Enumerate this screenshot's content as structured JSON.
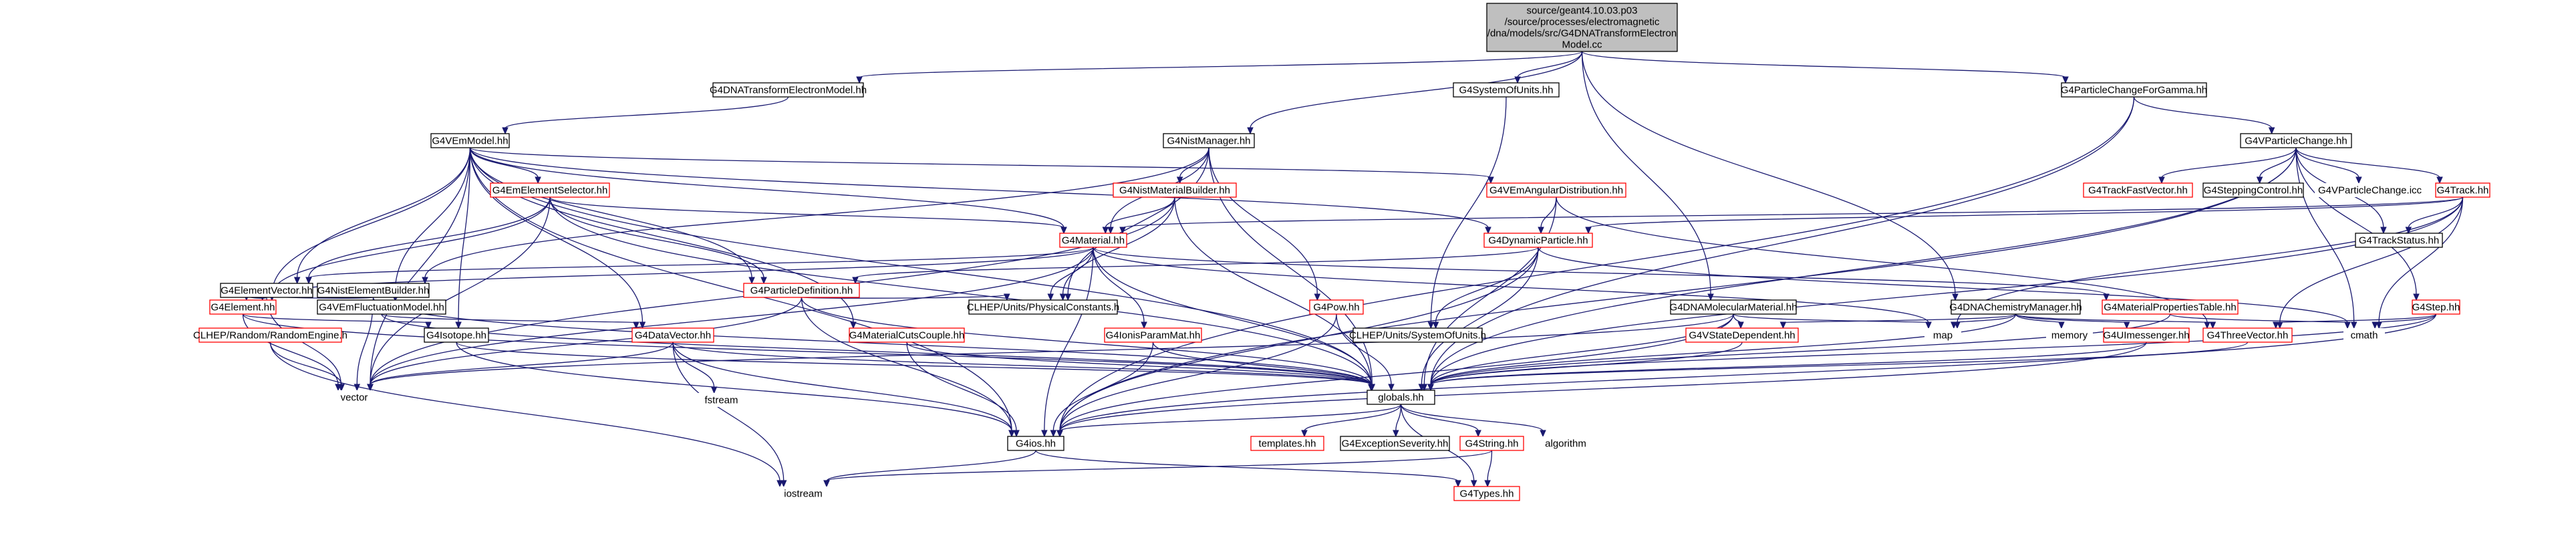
{
  "colors": {
    "root_fill": "#bfbfbf",
    "root_stroke": "#000000",
    "normal_stroke": "#000000",
    "undoc_stroke": "#ff0000",
    "external_stroke": "#bfbfbf",
    "edge": "#191970"
  },
  "nodes": [
    {
      "id": "root",
      "lines": [
        "source/geant4.10.03.p03",
        "/source/processes/electromagnetic",
        "/dna/models/src/G4DNATransformElectron",
        "Model.cc"
      ],
      "kind": "root"
    },
    {
      "id": "transformhh",
      "lines": [
        "G4DNATransformElectronModel.hh"
      ],
      "kind": "normal"
    },
    {
      "id": "sysunits",
      "lines": [
        "G4SystemOfUnits.hh"
      ],
      "kind": "normal"
    },
    {
      "id": "pcgamma",
      "lines": [
        "G4ParticleChangeForGamma.hh"
      ],
      "kind": "normal"
    },
    {
      "id": "vemmodel",
      "lines": [
        "G4VEmModel.hh"
      ],
      "kind": "normal"
    },
    {
      "id": "nistmgr",
      "lines": [
        "G4NistManager.hh"
      ],
      "kind": "normal"
    },
    {
      "id": "vpchange",
      "lines": [
        "G4VParticleChange.hh"
      ],
      "kind": "normal"
    },
    {
      "id": "emsel",
      "lines": [
        "G4EmElementSelector.hh"
      ],
      "kind": "undoc"
    },
    {
      "id": "nistmatb",
      "lines": [
        "G4NistMaterialBuilder.hh"
      ],
      "kind": "undoc"
    },
    {
      "id": "emang",
      "lines": [
        "G4VEmAngularDistribution.hh"
      ],
      "kind": "undoc"
    },
    {
      "id": "trackfast",
      "lines": [
        "G4TrackFastVector.hh"
      ],
      "kind": "undoc"
    },
    {
      "id": "stepctrl",
      "lines": [
        "G4SteppingControl.hh"
      ],
      "kind": "normal"
    },
    {
      "id": "vpcicc",
      "lines": [
        "G4VParticleChange.icc"
      ],
      "kind": "external"
    },
    {
      "id": "track",
      "lines": [
        "G4Track.hh"
      ],
      "kind": "undoc"
    },
    {
      "id": "material",
      "lines": [
        "G4Material.hh"
      ],
      "kind": "undoc"
    },
    {
      "id": "dynpart",
      "lines": [
        "G4DynamicParticle.hh"
      ],
      "kind": "undoc"
    },
    {
      "id": "trackstatus",
      "lines": [
        "G4TrackStatus.hh"
      ],
      "kind": "normal"
    },
    {
      "id": "elemvec",
      "lines": [
        "G4ElementVector.hh"
      ],
      "kind": "normal"
    },
    {
      "id": "nistelem",
      "lines": [
        "G4NistElementBuilder.hh"
      ],
      "kind": "normal"
    },
    {
      "id": "partdef",
      "lines": [
        "G4ParticleDefinition.hh"
      ],
      "kind": "undoc"
    },
    {
      "id": "element",
      "lines": [
        "G4Element.hh"
      ],
      "kind": "undoc"
    },
    {
      "id": "vemfluct",
      "lines": [
        "G4VEmFluctuationModel.hh"
      ],
      "kind": "normal"
    },
    {
      "id": "physconst",
      "lines": [
        "CLHEP/Units/PhysicalConstants.h"
      ],
      "kind": "normal"
    },
    {
      "id": "pow",
      "lines": [
        "G4Pow.hh"
      ],
      "kind": "undoc"
    },
    {
      "id": "dnamol",
      "lines": [
        "G4DNAMolecularMaterial.hh"
      ],
      "kind": "normal"
    },
    {
      "id": "dnachem",
      "lines": [
        "G4DNAChemistryManager.hh"
      ],
      "kind": "normal"
    },
    {
      "id": "matprop",
      "lines": [
        "G4MaterialPropertiesTable.hh"
      ],
      "kind": "undoc"
    },
    {
      "id": "step",
      "lines": [
        "G4Step.hh"
      ],
      "kind": "undoc"
    },
    {
      "id": "randeng",
      "lines": [
        "CLHEP/Random/RandomEngine.h"
      ],
      "kind": "undoc"
    },
    {
      "id": "isotope",
      "lines": [
        "G4Isotope.hh"
      ],
      "kind": "normal"
    },
    {
      "id": "datavec",
      "lines": [
        "G4DataVector.hh"
      ],
      "kind": "undoc"
    },
    {
      "id": "matcuts",
      "lines": [
        "G4MaterialCutsCouple.hh"
      ],
      "kind": "undoc"
    },
    {
      "id": "ionparam",
      "lines": [
        "G4IonisParamMat.hh"
      ],
      "kind": "undoc"
    },
    {
      "id": "clhepunits",
      "lines": [
        "CLHEP/Units/SystemOfUnits.h"
      ],
      "kind": "normal"
    },
    {
      "id": "vstate",
      "lines": [
        "G4VStateDependent.hh"
      ],
      "kind": "undoc"
    },
    {
      "id": "map",
      "lines": [
        "map"
      ],
      "kind": "external"
    },
    {
      "id": "memory",
      "lines": [
        "memory"
      ],
      "kind": "external"
    },
    {
      "id": "uimess",
      "lines": [
        "G4UImessenger.hh"
      ],
      "kind": "undoc"
    },
    {
      "id": "threevec",
      "lines": [
        "G4ThreeVector.hh"
      ],
      "kind": "undoc"
    },
    {
      "id": "cmath",
      "lines": [
        "cmath"
      ],
      "kind": "external"
    },
    {
      "id": "vector",
      "lines": [
        "vector"
      ],
      "kind": "external"
    },
    {
      "id": "fstream",
      "lines": [
        "fstream"
      ],
      "kind": "external"
    },
    {
      "id": "globals",
      "lines": [
        "globals.hh"
      ],
      "kind": "normal"
    },
    {
      "id": "ios",
      "lines": [
        "G4ios.hh"
      ],
      "kind": "normal"
    },
    {
      "id": "templates",
      "lines": [
        "templates.hh"
      ],
      "kind": "undoc"
    },
    {
      "id": "excsev",
      "lines": [
        "G4ExceptionSeverity.hh"
      ],
      "kind": "normal"
    },
    {
      "id": "string",
      "lines": [
        "G4String.hh"
      ],
      "kind": "undoc"
    },
    {
      "id": "algorithm",
      "lines": [
        "algorithm"
      ],
      "kind": "external"
    },
    {
      "id": "iostream",
      "lines": [
        "iostream"
      ],
      "kind": "external"
    },
    {
      "id": "types",
      "lines": [
        "G4Types.hh"
      ],
      "kind": "undoc"
    }
  ],
  "edges": [
    [
      "root",
      "transformhh"
    ],
    [
      "root",
      "sysunits"
    ],
    [
      "root",
      "pcgamma"
    ],
    [
      "root",
      "nistmgr"
    ],
    [
      "root",
      "dnamol"
    ],
    [
      "root",
      "dnachem"
    ],
    [
      "transformhh",
      "vemmodel"
    ],
    [
      "sysunits",
      "clhepunits"
    ],
    [
      "pcgamma",
      "vpchange"
    ],
    [
      "pcgamma",
      "ios"
    ],
    [
      "pcgamma",
      "globals"
    ],
    [
      "vemmodel",
      "emsel"
    ],
    [
      "vemmodel",
      "material"
    ],
    [
      "vemmodel",
      "elemvec"
    ],
    [
      "vemmodel",
      "element"
    ],
    [
      "vemmodel",
      "partdef"
    ],
    [
      "vemmodel",
      "emang"
    ],
    [
      "vemmodel",
      "dynpart"
    ],
    [
      "vemmodel",
      "vemfluct"
    ],
    [
      "vemmodel",
      "isotope"
    ],
    [
      "vemmodel",
      "datavec"
    ],
    [
      "vemmodel",
      "matcuts"
    ],
    [
      "vemmodel",
      "vector"
    ],
    [
      "vemmodel",
      "globals"
    ],
    [
      "vemmodel",
      "ios"
    ],
    [
      "nistmgr",
      "nistmatb"
    ],
    [
      "nistmgr",
      "material"
    ],
    [
      "nistmgr",
      "nistelem"
    ],
    [
      "nistmgr",
      "physconst"
    ],
    [
      "nistmgr",
      "pow"
    ],
    [
      "nistmgr",
      "globals"
    ],
    [
      "vpchange",
      "trackfast"
    ],
    [
      "vpchange",
      "stepctrl"
    ],
    [
      "vpchange",
      "vpcicc"
    ],
    [
      "vpchange",
      "track"
    ],
    [
      "vpchange",
      "trackstatus"
    ],
    [
      "vpchange",
      "step"
    ],
    [
      "vpchange",
      "cmath"
    ],
    [
      "vpchange",
      "globals"
    ],
    [
      "vpchange",
      "ios"
    ],
    [
      "emsel",
      "material"
    ],
    [
      "emsel",
      "elemvec"
    ],
    [
      "emsel",
      "element"
    ],
    [
      "emsel",
      "partdef"
    ],
    [
      "emsel",
      "globals"
    ],
    [
      "emsel",
      "vector"
    ],
    [
      "nistmatb",
      "material"
    ],
    [
      "nistmatb",
      "physconst"
    ],
    [
      "nistmatb",
      "globals"
    ],
    [
      "nistmatb",
      "vector"
    ],
    [
      "emang",
      "dynpart"
    ],
    [
      "emang",
      "threevec"
    ],
    [
      "emang",
      "globals"
    ],
    [
      "track",
      "material"
    ],
    [
      "track",
      "dynpart"
    ],
    [
      "track",
      "trackstatus"
    ],
    [
      "track",
      "threevec"
    ],
    [
      "track",
      "map"
    ],
    [
      "track",
      "cmath"
    ],
    [
      "track",
      "globals"
    ],
    [
      "material",
      "elemvec"
    ],
    [
      "material",
      "element"
    ],
    [
      "material",
      "ionparam"
    ],
    [
      "material",
      "matprop"
    ],
    [
      "material",
      "physconst"
    ],
    [
      "material",
      "map"
    ],
    [
      "material",
      "vector"
    ],
    [
      "material",
      "ios"
    ],
    [
      "material",
      "globals"
    ],
    [
      "dynpart",
      "partdef"
    ],
    [
      "dynpart",
      "clhepunits"
    ],
    [
      "dynpart",
      "ios"
    ],
    [
      "dynpart",
      "cmath"
    ],
    [
      "dynpart",
      "globals"
    ],
    [
      "elemvec",
      "element"
    ],
    [
      "elemvec",
      "vector"
    ],
    [
      "nistelem",
      "element"
    ],
    [
      "nistelem",
      "globals"
    ],
    [
      "nistelem",
      "vector"
    ],
    [
      "partdef",
      "physconst"
    ],
    [
      "partdef",
      "vector"
    ],
    [
      "partdef",
      "ios"
    ],
    [
      "partdef",
      "globals"
    ],
    [
      "element",
      "isotope"
    ],
    [
      "element",
      "globals"
    ],
    [
      "element",
      "vector"
    ],
    [
      "vemfluct",
      "datavec"
    ],
    [
      "vemfluct",
      "globals"
    ],
    [
      "pow",
      "globals"
    ],
    [
      "pow",
      "ios"
    ],
    [
      "dnamol",
      "vstate"
    ],
    [
      "dnamol",
      "map"
    ],
    [
      "dnamol",
      "globals"
    ],
    [
      "dnamol",
      "ios"
    ],
    [
      "dnamol",
      "vector"
    ],
    [
      "dnachem",
      "vstate"
    ],
    [
      "dnachem",
      "uimess"
    ],
    [
      "dnachem",
      "threevec"
    ],
    [
      "dnachem",
      "map"
    ],
    [
      "dnachem",
      "memory"
    ],
    [
      "dnachem",
      "globals"
    ],
    [
      "matprop",
      "globals"
    ],
    [
      "matprop",
      "cmath"
    ],
    [
      "step",
      "threevec"
    ],
    [
      "step",
      "cmath"
    ],
    [
      "step",
      "globals"
    ],
    [
      "step",
      "ios"
    ],
    [
      "randeng",
      "iostream"
    ],
    [
      "randeng",
      "vector"
    ],
    [
      "isotope",
      "globals"
    ],
    [
      "isotope",
      "ios"
    ],
    [
      "datavec",
      "globals"
    ],
    [
      "datavec",
      "vector"
    ],
    [
      "datavec",
      "fstream"
    ],
    [
      "datavec",
      "ios"
    ],
    [
      "datavec",
      "iostream"
    ],
    [
      "matcuts",
      "globals"
    ],
    [
      "matcuts",
      "ios"
    ],
    [
      "ionparam",
      "globals"
    ],
    [
      "ionparam",
      "ios"
    ],
    [
      "vstate",
      "globals"
    ],
    [
      "uimess",
      "globals"
    ],
    [
      "uimess",
      "ios"
    ],
    [
      "threevec",
      "globals"
    ],
    [
      "globals",
      "ios"
    ],
    [
      "globals",
      "templates"
    ],
    [
      "globals",
      "excsev"
    ],
    [
      "globals",
      "string"
    ],
    [
      "globals",
      "algorithm"
    ],
    [
      "globals",
      "types"
    ],
    [
      "ios",
      "iostream"
    ],
    [
      "ios",
      "types"
    ],
    [
      "string",
      "types"
    ],
    [
      "string",
      "iostream"
    ]
  ]
}
